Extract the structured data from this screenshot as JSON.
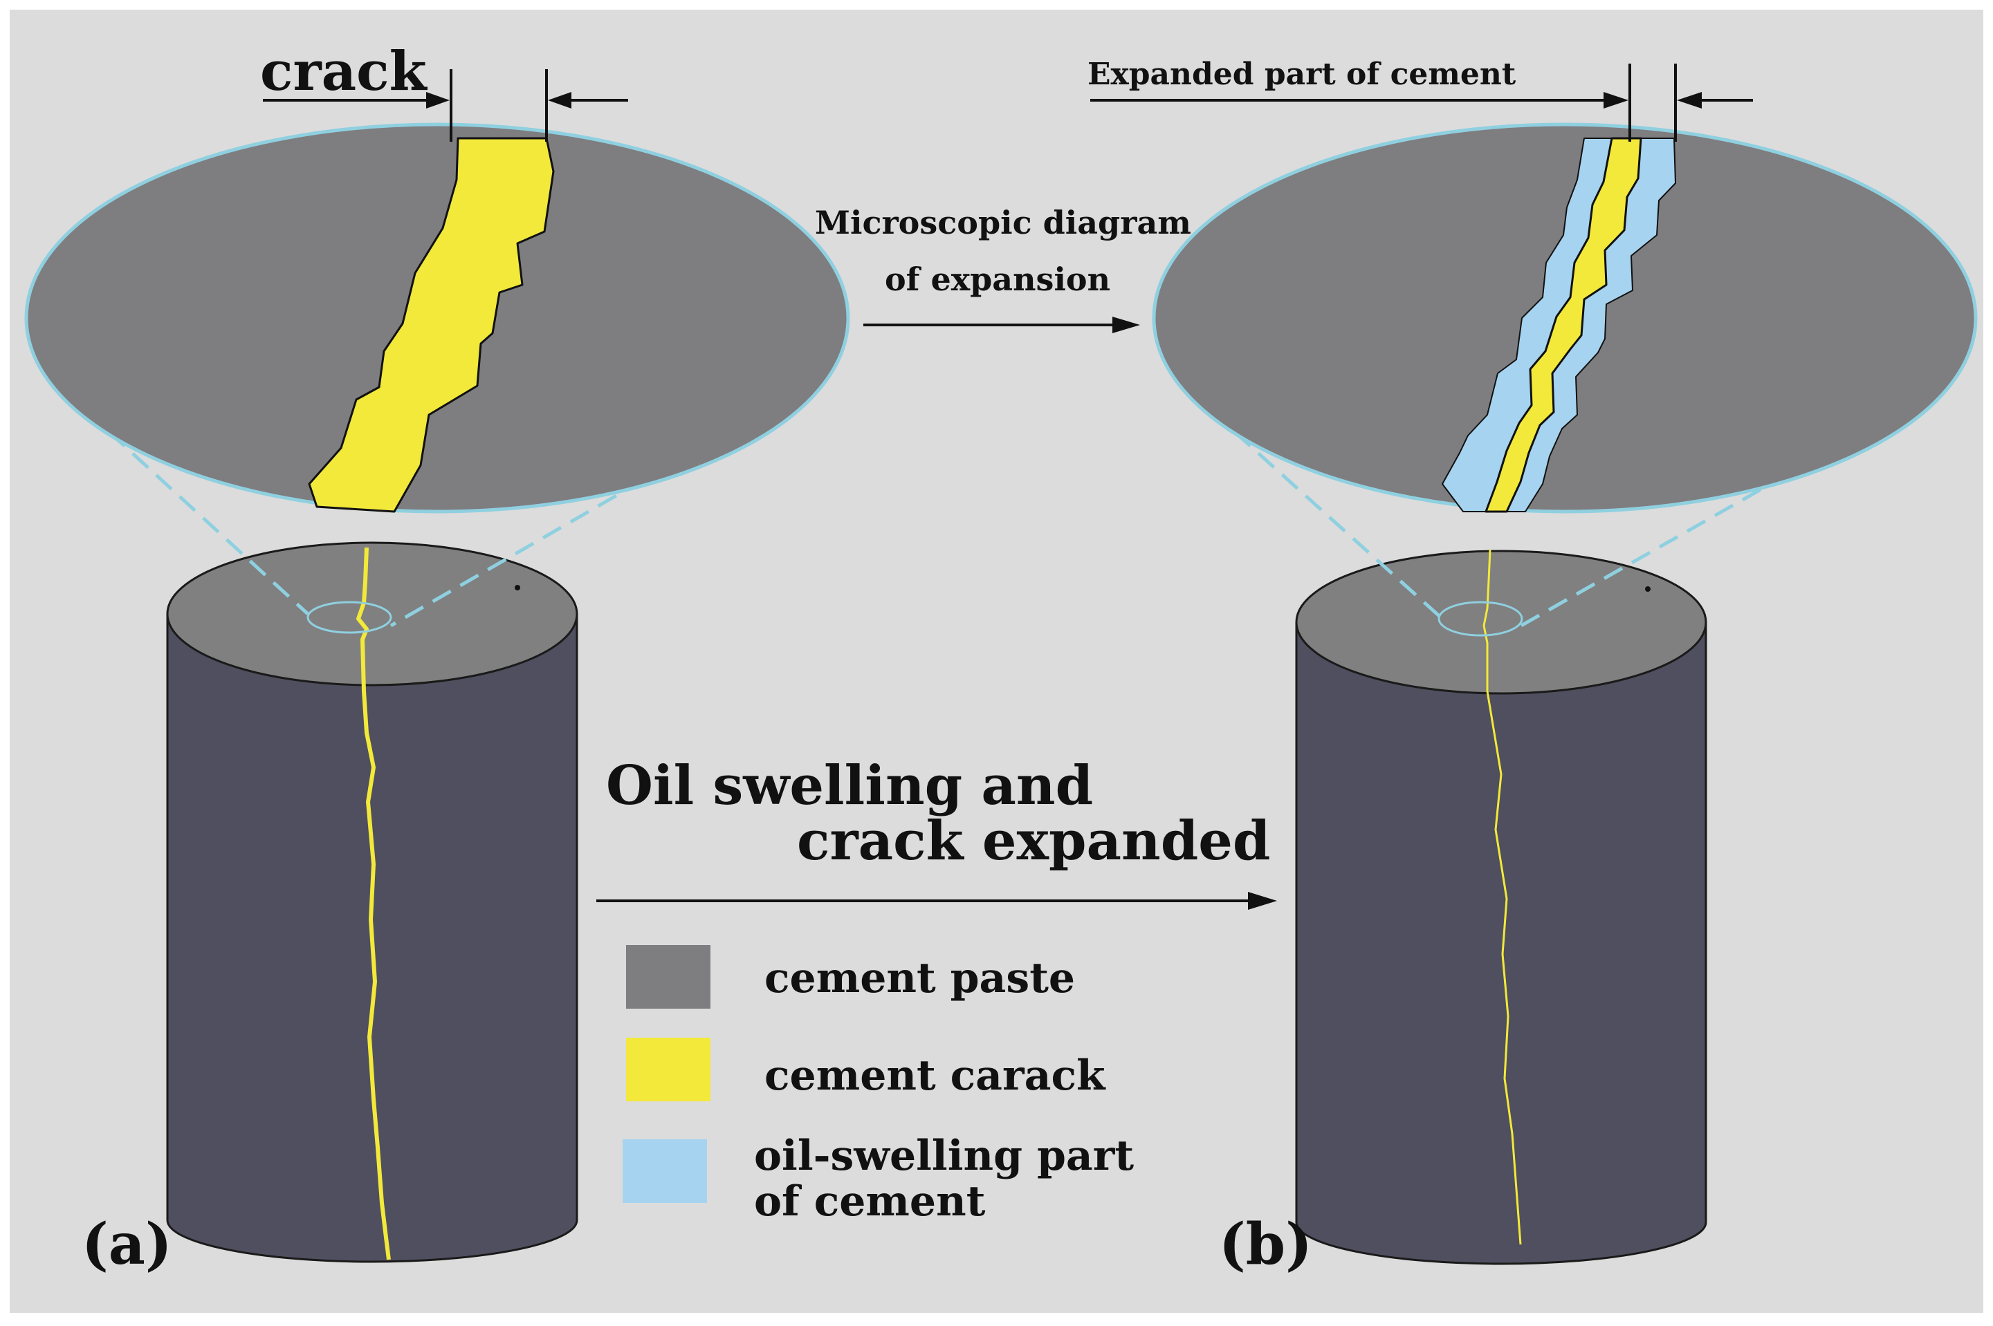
{
  "figure": {
    "labels": {
      "crack": "crack",
      "expanded_part": "Expanded part of cement",
      "micro_line1": "Microscopic diagram",
      "micro_line2": "of expansion",
      "oil_line1": "Oil swelling and",
      "oil_line2": "crack expanded",
      "panel_a": "(a)",
      "panel_b": "(b)"
    },
    "legend": [
      {
        "label": "cement paste",
        "color": "#7e7d80"
      },
      {
        "label": "cement carack",
        "color": "#f2e93a"
      },
      {
        "label_line1": "oil-swelling part",
        "label_line2": "of cement",
        "color": "#a6d3f0"
      }
    ],
    "colors": {
      "background": "#dcdcdc",
      "paste": "#7e7d80",
      "cylinder_side": "#4f4f5f",
      "cylinder_top": "#808080",
      "crack": "#f2e93a",
      "swelling": "#a6d3f0",
      "zoom_guide": "#8fd0e0"
    }
  }
}
